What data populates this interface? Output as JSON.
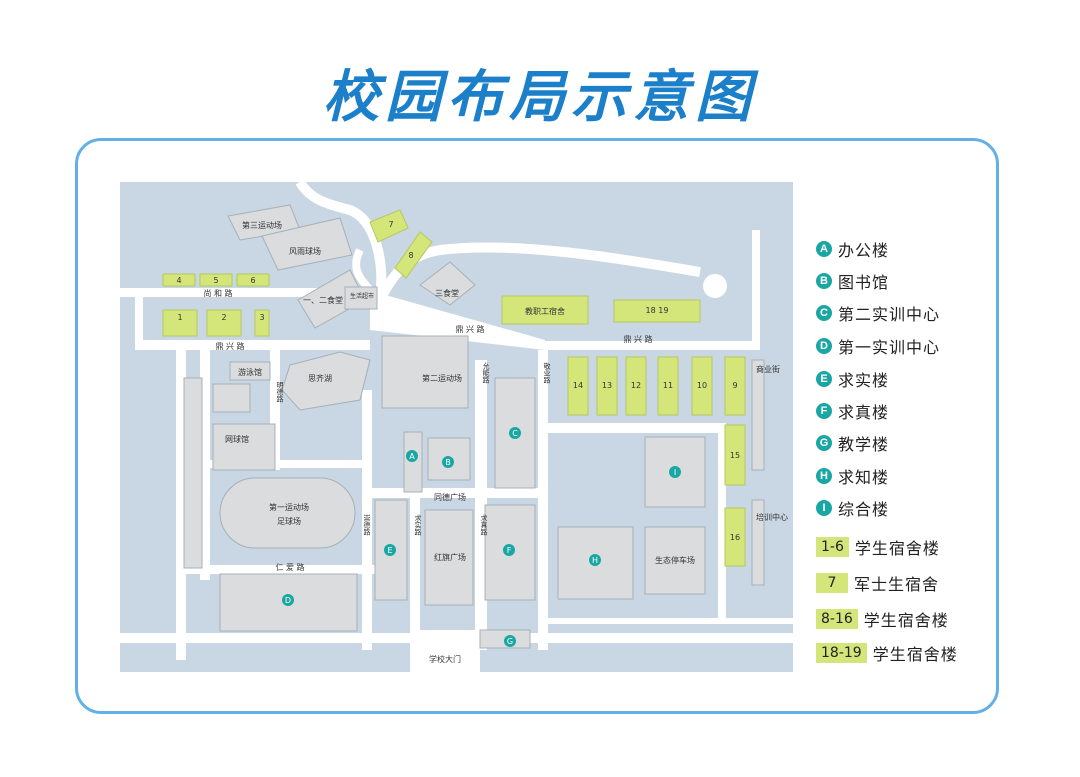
{
  "title": "校园布局示意图",
  "colors": {
    "background_road": "#ffffff",
    "campus": "#c8d7e3",
    "building": "#dadcde",
    "dorm": "#d4e67a",
    "marker": "#1aa7a3",
    "frame": "#62b0e6",
    "title": "#1c7fc9"
  },
  "map": {
    "places": {
      "sports3": "第三运动场",
      "fengyu": "风雨球场",
      "canteen12": "一、二食堂",
      "life_super": "生活超市",
      "canteen3": "三食堂",
      "staff_dorm": "教职工宿舍",
      "swim": "游泳馆",
      "siqi": "思齐湖",
      "sports2": "第二运动场",
      "tennis": "网球馆",
      "sports1_a": "第一运动场",
      "sports1_b": "足球场",
      "tongde": "同德广场",
      "hongqi": "红旗广场",
      "eco_parking": "生态停车场",
      "gate": "学校大门",
      "commerce": "商业街",
      "training": "培训中心"
    },
    "roads": {
      "shanghe": "尚  和  路",
      "dingxing_w": "鼎  兴  路",
      "dingxing_m": "鼎  兴  路",
      "dingxing_e": "鼎  兴  路",
      "renai": "仁  爱  路",
      "mingde": "明德路",
      "yunneng": "允能路",
      "jingye": "敬业路",
      "qiushi": "求实路",
      "qiuzhen": "求真路",
      "qiude": "崇德路"
    },
    "dorms": {
      "d1": "1",
      "d2": "2",
      "d3": "3",
      "d4": "4",
      "d5": "5",
      "d6": "6",
      "d7": "7",
      "d8": "8",
      "d9": "9",
      "d10": "10",
      "d11": "11",
      "d12": "12",
      "d13": "13",
      "d14": "14",
      "d15": "15",
      "d16": "16",
      "d1819": "18   19"
    },
    "markers": {
      "A": "A",
      "B": "B",
      "C": "C",
      "D": "D",
      "E": "E",
      "F": "F",
      "G": "G",
      "H": "H",
      "I": "I"
    }
  },
  "legend": [
    {
      "mark": "A",
      "text": "办公楼"
    },
    {
      "mark": "B",
      "text": "图书馆"
    },
    {
      "mark": "C",
      "text": "第二实训中心"
    },
    {
      "mark": "D",
      "text": "第一实训中心"
    },
    {
      "mark": "E",
      "text": "求实楼"
    },
    {
      "mark": "F",
      "text": "求真楼"
    },
    {
      "mark": "G",
      "text": "教学楼"
    },
    {
      "mark": "H",
      "text": "求知楼"
    },
    {
      "mark": "I",
      "text": "综合楼"
    }
  ],
  "legend_dorms": [
    {
      "range": "1-6",
      "text": "学生宿舍楼"
    },
    {
      "range": "7",
      "text": "军士生宿舍"
    },
    {
      "range": "8-16",
      "text": "学生宿舍楼"
    },
    {
      "range": "18-19",
      "text": "学生宿舍楼"
    }
  ]
}
